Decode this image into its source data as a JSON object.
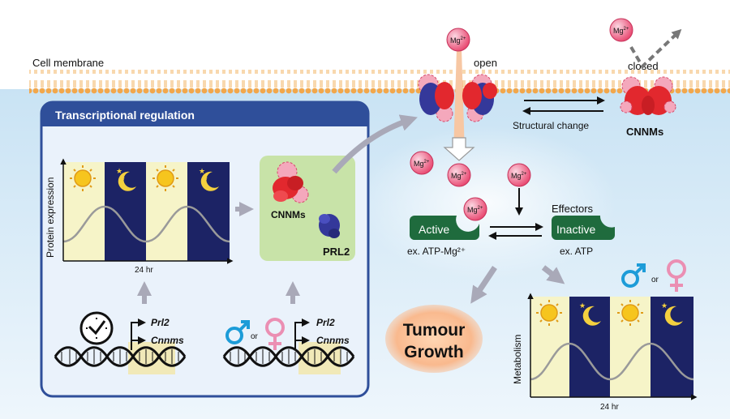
{
  "membrane": {
    "label": "Cell membrane"
  },
  "ions": {
    "mg": "Mg",
    "charge": "2+"
  },
  "channel": {
    "open_label": "open",
    "closed_label": "closed",
    "structural_change": "Structural change",
    "cnnms_label": "CNNMs"
  },
  "transcription": {
    "panel_title": "Transcriptional regulation",
    "y_axis_label": "Protein expression",
    "x_axis_label": "24 hr",
    "gene_prl2": "Prl2",
    "gene_cnnms": "Cnnms",
    "or_text": "or"
  },
  "complex": {
    "cnnms": "CNNMs",
    "prl2": "PRL2"
  },
  "effectors": {
    "title": "Effectors",
    "active": "Active",
    "inactive": "Inactive",
    "active_example": "ex. ATP-Mg²⁺",
    "inactive_example": "ex. ATP"
  },
  "outcomes": {
    "tumour_line1": "Tumour",
    "tumour_line2": "Growth",
    "metabolism_label": "Metabolism",
    "metabolism_x_label": "24 hr",
    "or_text": "or"
  },
  "colors": {
    "panel_blue": "#2f4f9a",
    "night": "#1c2365",
    "day": "#f6f4c8",
    "mg_pink": "#e8456e",
    "effector_green": "#1f6b3d",
    "cnnm_red": "#e2282e",
    "prl2_blue": "#34389a",
    "male": "#1d9cd8",
    "female": "#eb8fb3"
  }
}
